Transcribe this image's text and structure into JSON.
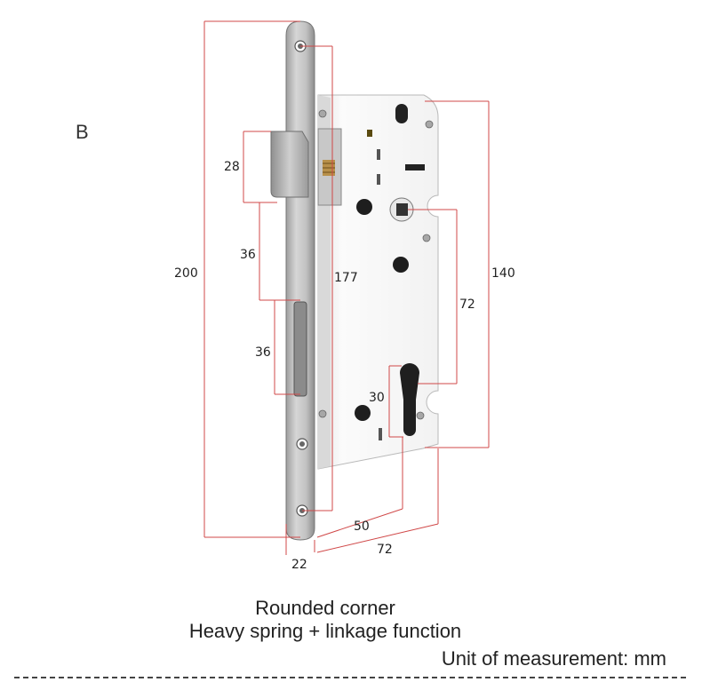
{
  "variant_label": "B",
  "dimensions": {
    "total_height": "200",
    "faceplate_holes": "177",
    "case_height": "140",
    "latch_height": "28",
    "latch_to_deadbolt": "36",
    "deadbolt_height": "36",
    "handle_to_cylinder": "72",
    "cylinder_offset": "30",
    "backset": "50",
    "case_depth": "72",
    "faceplate_width": "22"
  },
  "captions": {
    "line1": "Rounded corner",
    "line2": "Heavy spring + linkage function"
  },
  "unit_note": "Unit of measurement: mm",
  "colors": {
    "dimension_line": "#d04848",
    "faceplate": "#c4c4c4",
    "body": "#f7f7f7"
  }
}
